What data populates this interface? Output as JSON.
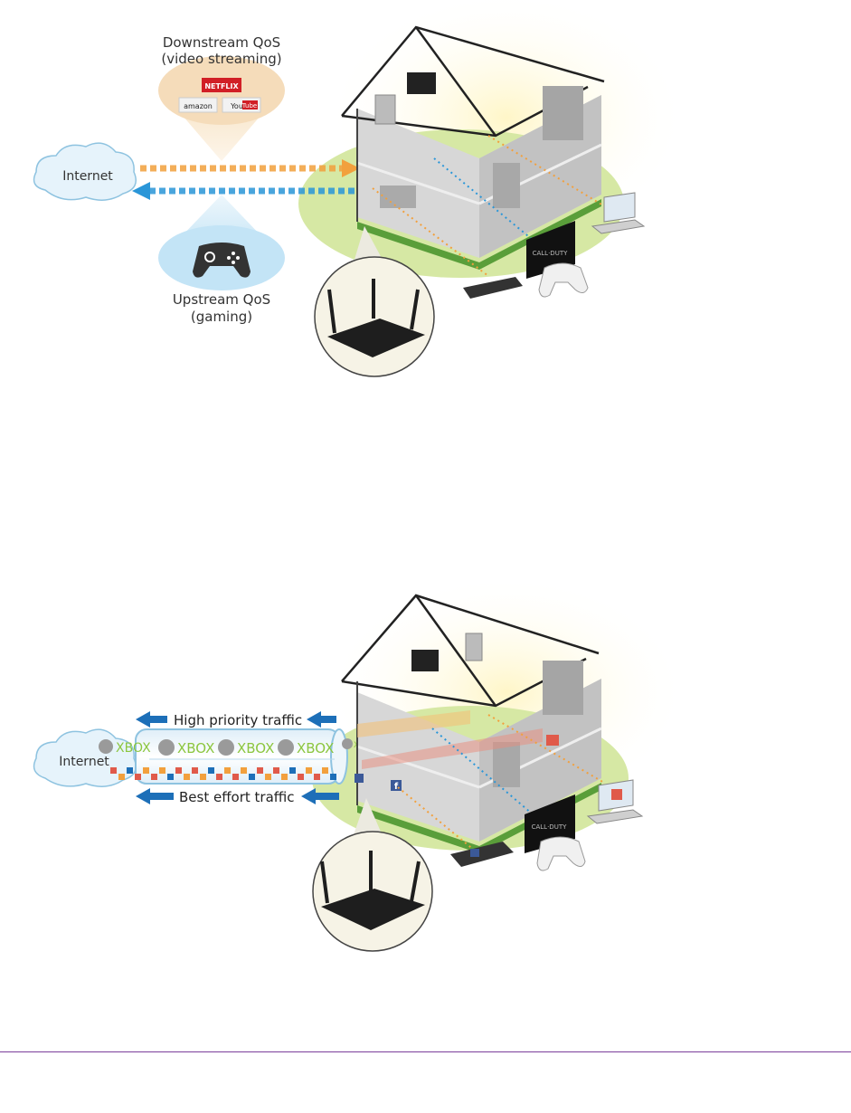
{
  "diagram_top": {
    "downstream_title": "Downstream QoS",
    "downstream_subtitle": "(video streaming)",
    "logos": {
      "netflix": "NETFLIX",
      "amazon": "amazon",
      "youtube_you": "You",
      "youtube_tube": "Tube"
    },
    "internet_label": "Internet",
    "upstream_title": "Upstream QoS",
    "upstream_subtitle": "(gaming)",
    "tv_text": "CALL·DUTY"
  },
  "diagram_bottom": {
    "high_priority_label": "High priority traffic",
    "best_effort_label": "Best effort traffic",
    "internet_label": "Internet",
    "xbox_label": "XBOX",
    "facebook_glyph": "f",
    "tv_text": "CALL·DUTY"
  },
  "colors": {
    "downstream_arrow": "#f2a03d",
    "upstream_arrow": "#2a96d8",
    "priority_arrow": "#1d6fb8",
    "xbox_green": "#8cc63f",
    "lawn": "#cfe39a",
    "footer_rule": "#7a3e9a"
  }
}
